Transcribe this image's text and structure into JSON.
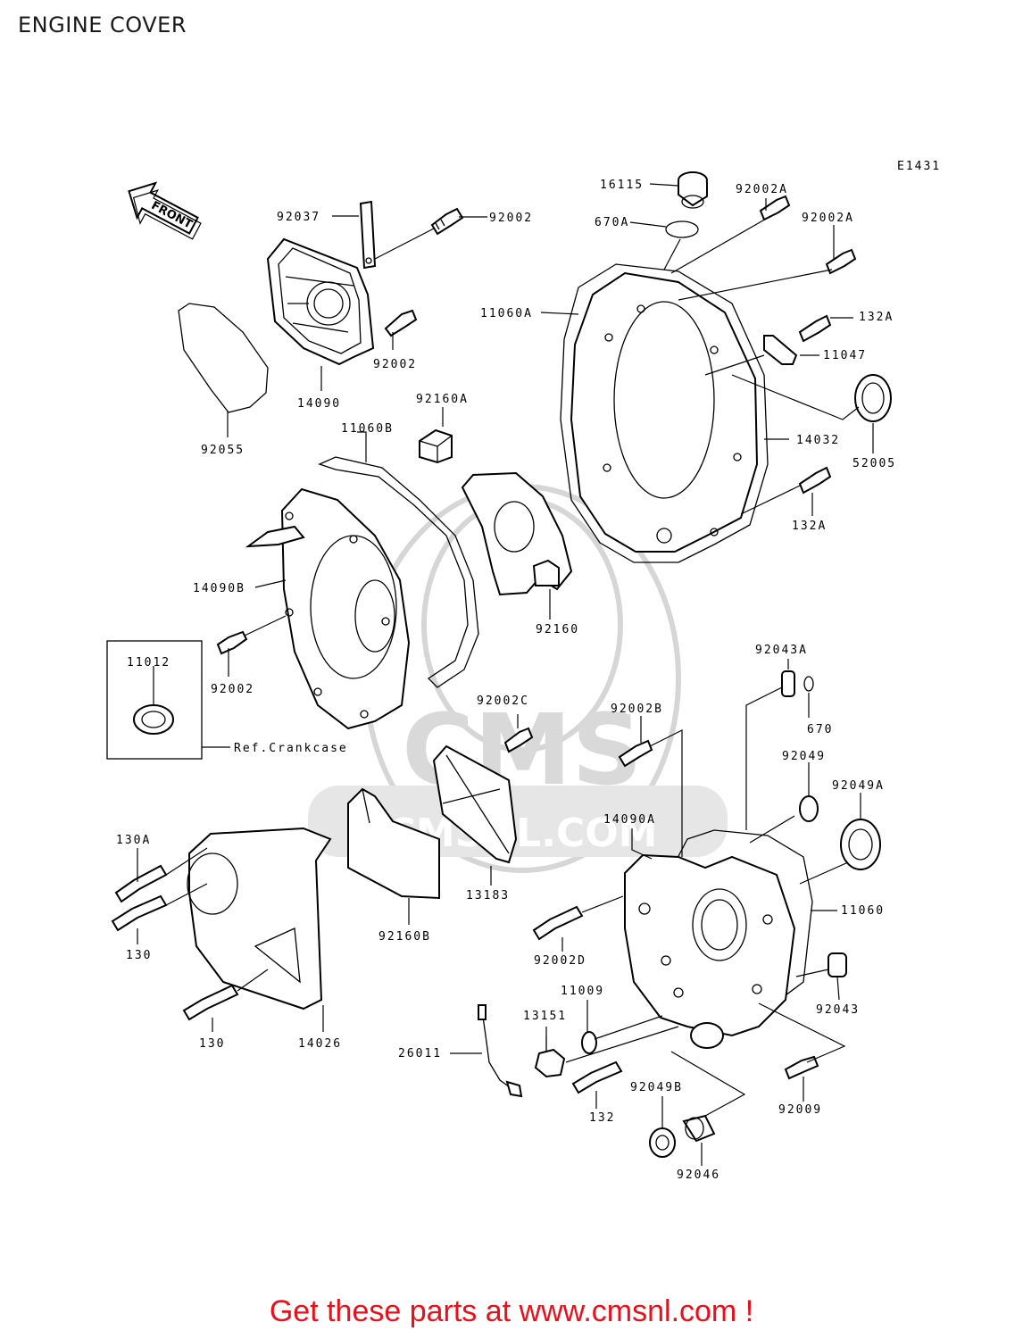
{
  "page": {
    "title": "ENGINE COVER",
    "diagram_code": "E1431",
    "front_label": "FRONT",
    "ref_note": "Ref.Crankcase",
    "watermark_text": "CMS",
    "watermark_url": "CMSNL.COM",
    "footer_text": "Get these parts at www.cmsnl.com !"
  },
  "parts": [
    "92037",
    "92002",
    "14090",
    "92055",
    "11060B",
    "92160A",
    "14090B",
    "11012",
    "92002",
    "92002",
    "16115",
    "670A",
    "92002A",
    "92002A",
    "11060A",
    "132A",
    "11047",
    "14032",
    "52005",
    "132A",
    "92160",
    "92043A",
    "670",
    "92002C",
    "92002B",
    "92049",
    "92049A",
    "14090A",
    "13183",
    "130A",
    "130",
    "130",
    "14026",
    "92160B",
    "11060",
    "92002D",
    "92043",
    "11009",
    "13151",
    "26011",
    "132",
    "92049B",
    "92046",
    "92009"
  ],
  "colors": {
    "footer": "#e8101a",
    "line": "#000000",
    "watermark": "#d6d6d6"
  }
}
